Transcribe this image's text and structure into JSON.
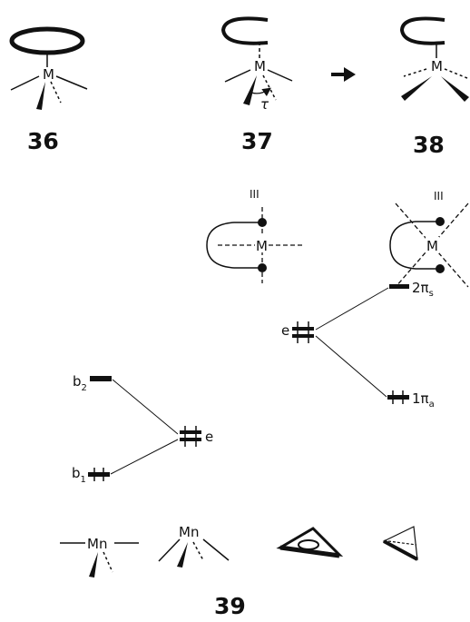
{
  "structures": {
    "s36": {
      "number": "36",
      "metal": "M"
    },
    "s37": {
      "number": "37",
      "metal": "M",
      "angle": "τ"
    },
    "s38": {
      "number": "38",
      "metal": "M"
    },
    "equiv_left": "III",
    "equiv_right": "III",
    "proj_left_metal": "M",
    "proj_right_metal": "M",
    "arrow_symbol": "→"
  },
  "levels_left": {
    "b2": {
      "main": "b",
      "sub": "2"
    },
    "b1": {
      "main": "b",
      "sub": "1"
    },
    "e": "e"
  },
  "levels_right": {
    "e": "e",
    "upper": {
      "main": "2π",
      "sub": "s"
    },
    "lower": {
      "main": "1π",
      "sub": "a"
    }
  },
  "bottom": {
    "mn1": "Mn",
    "mn2": "Mn",
    "number": "39"
  }
}
